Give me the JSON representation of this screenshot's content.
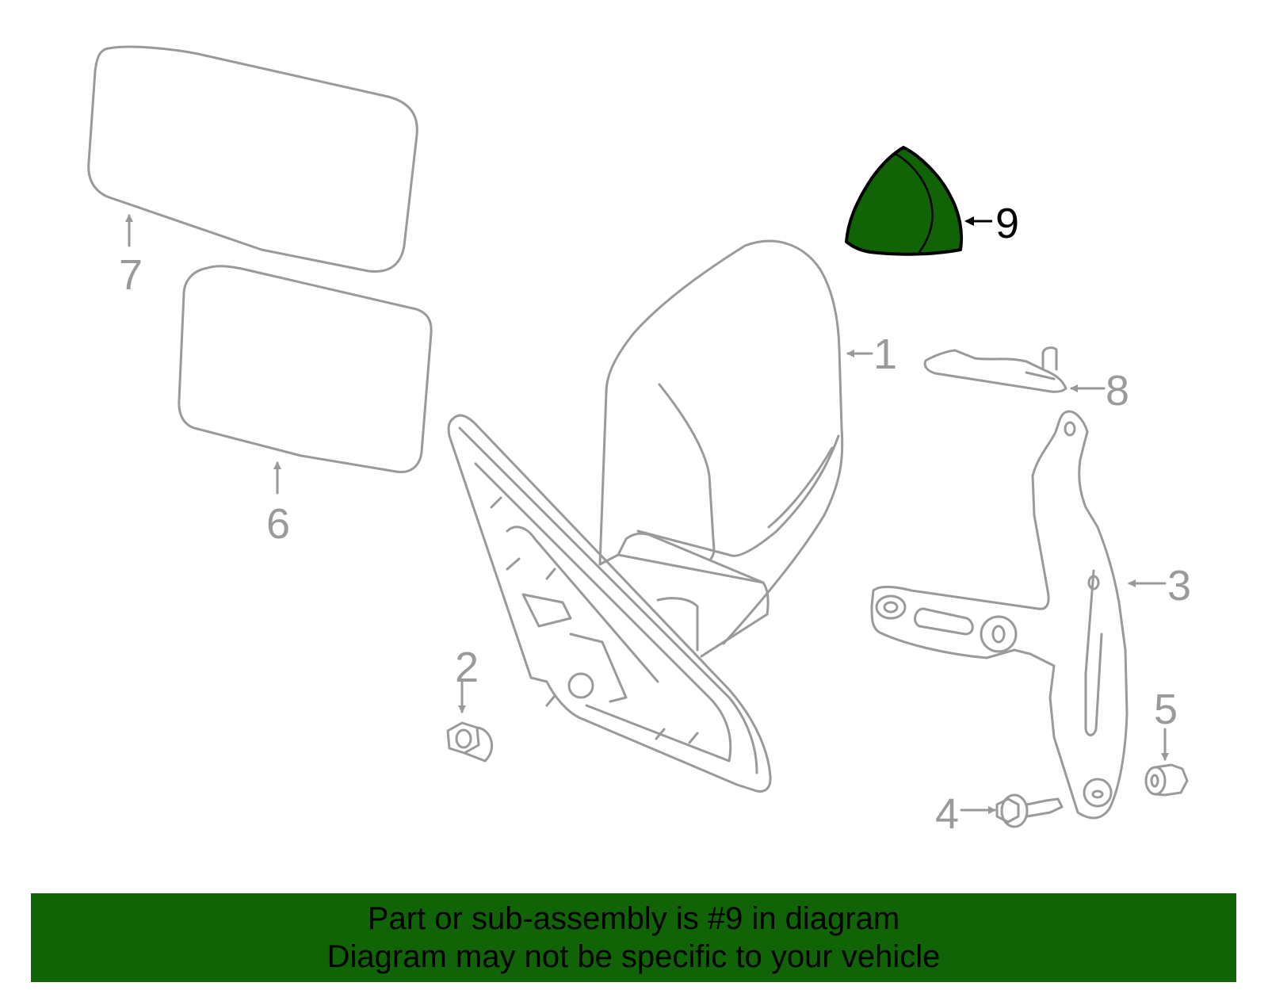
{
  "diagram": {
    "highlight_color": "#116405",
    "line_color": "#9a9a9a",
    "selected_part": "9",
    "callouts": [
      {
        "id": "1",
        "label": "1",
        "part": "mirror-housing"
      },
      {
        "id": "2",
        "label": "2",
        "part": "nut"
      },
      {
        "id": "3",
        "label": "3",
        "part": "mounting-bracket"
      },
      {
        "id": "4",
        "label": "4",
        "part": "bolt"
      },
      {
        "id": "5",
        "label": "5",
        "part": "bushing"
      },
      {
        "id": "6",
        "label": "6",
        "part": "mirror-glass"
      },
      {
        "id": "7",
        "label": "7",
        "part": "mirror-glass-outer"
      },
      {
        "id": "8",
        "label": "8",
        "part": "gasket"
      },
      {
        "id": "9",
        "label": "9",
        "part": "mirror-cover-cap"
      }
    ]
  },
  "banner": {
    "line1": "Part or sub-assembly is #9 in diagram",
    "line2": "Diagram may not be specific to your vehicle"
  }
}
